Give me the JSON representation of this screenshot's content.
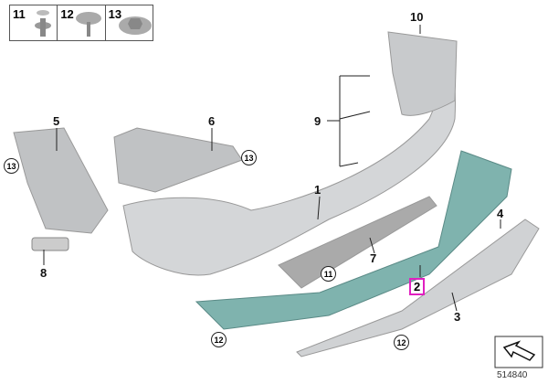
{
  "legend": [
    {
      "num": "11",
      "part": "clip"
    },
    {
      "num": "12",
      "part": "screw"
    },
    {
      "num": "13",
      "part": "nut"
    }
  ],
  "callouts": {
    "p1": "1",
    "p2": "2",
    "p3": "3",
    "p4": "4",
    "p5": "5",
    "p6": "6",
    "p7": "7",
    "p8": "8",
    "p9": "9",
    "p10": "10",
    "c11": "11",
    "c12a": "12",
    "c12b": "12",
    "c13a": "13",
    "c13b": "13"
  },
  "highlight_color": "#e020c0",
  "diagram_id": "514840"
}
